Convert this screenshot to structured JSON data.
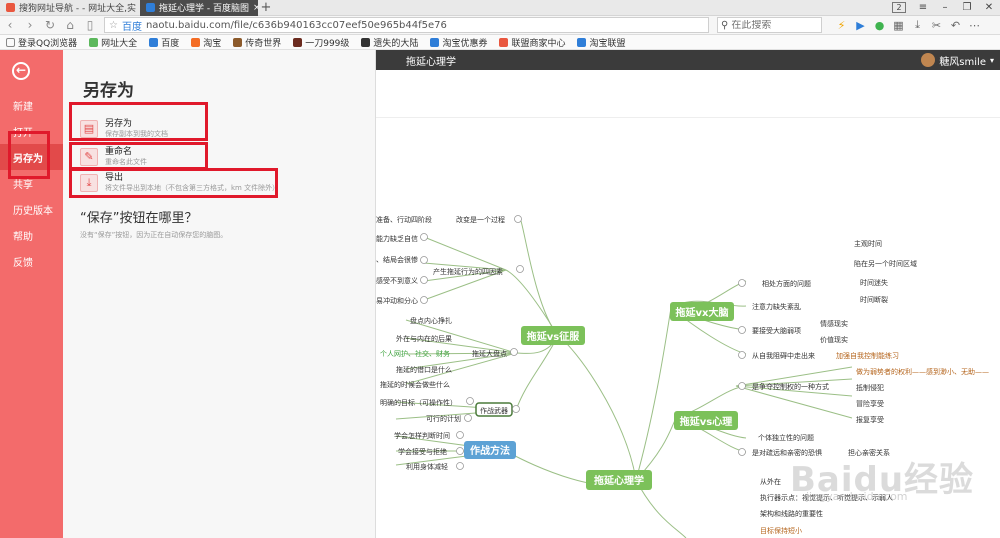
{
  "browser": {
    "tabs": [
      {
        "title": "搜狗网址导航 - - 网址大全,实",
        "active": false
      },
      {
        "title": "拖延心理学 - 百度脑图",
        "active": true
      }
    ],
    "new_tab_label": "+",
    "tab_count": "2",
    "url_brand": "百度",
    "url": "naotu.baidu.com/file/c636b940163cc07eef50e965b44f5e76",
    "search_placeholder": "在此搜索",
    "bookmarks": [
      "登录QQ浏览器",
      "网址大全",
      "百度",
      "淘宝",
      "传奇世界",
      "一刀999级",
      "遗失的大陆",
      "淘宝优惠券",
      "联盟商家中心",
      "淘宝联盟"
    ]
  },
  "app": {
    "doc_title": "拖延心理学",
    "username": "糖风smile"
  },
  "sidebar": {
    "items": [
      "新建",
      "打开",
      "另存为",
      "共享",
      "历史版本",
      "帮助",
      "反馈"
    ],
    "selected": "另存为"
  },
  "panel": {
    "title": "另存为",
    "options": [
      {
        "name": "另存为",
        "desc": "保存副本到我的文档"
      },
      {
        "name": "重命名",
        "desc": "重命名此文件"
      },
      {
        "name": "导出",
        "desc": "将文件导出到本地（不包含第三方格式，km 文件除外）"
      }
    ],
    "faq_title": "“保存”按钮在哪里？",
    "faq_desc": "没有“保存”按钮，因为正在自动保存您的脑图。"
  },
  "mindmap": {
    "root": "拖延心理学",
    "branches": {
      "vs_sign": "拖延vs征服",
      "vx_brain": "拖延vx大脑",
      "vs_psych": "拖延vs心理",
      "tactics": "作战方法",
      "weapon": "作战武器"
    },
    "left_nodes": [
      "准备、行动四阶段",
      "改变是一个过程",
      "能力缺乏自信",
      "、结局会很惨",
      "产生拖延行为的四因素",
      "感受不到意义",
      "易冲动和分心",
      "盘点内心挣扎",
      "外在与内在的后果",
      "个人网护、社交、财务",
      "拖延大盘点",
      "拖延的借口是什么",
      "拖延的时候会做些什么",
      "明确的目标（可操作性）",
      "可行的计划",
      "学会怎样判断时间",
      "学会接受与拒绝",
      "利用身体减轻"
    ],
    "right_nodes": [
      "相处方面的问题",
      "主观时间",
      "陷在另一个时间区域",
      "时间迷失",
      "时间断裂",
      "注意力缺失紊乱",
      "要接受大脑弱项",
      "情感现实",
      "价值现实",
      "从自我阻碍中走出来",
      "加强自我控制能练习",
      "是争夺控制权的一种方式",
      "做为弱势者的权利——感到渺小、无助——",
      "抵制侵犯",
      "冒险享受",
      "报复享受",
      "个体独立性的问题",
      "是对疏远和亲密的恐惧",
      "担心亲密关系",
      "从外在",
      "执行器示点：视觉提示、听觉提示、示弱人",
      "架构和线路的重要性",
      "目标保持短小"
    ]
  },
  "watermark": {
    "main": "Baidu经验",
    "sub": "jingyan.baidu.com"
  }
}
